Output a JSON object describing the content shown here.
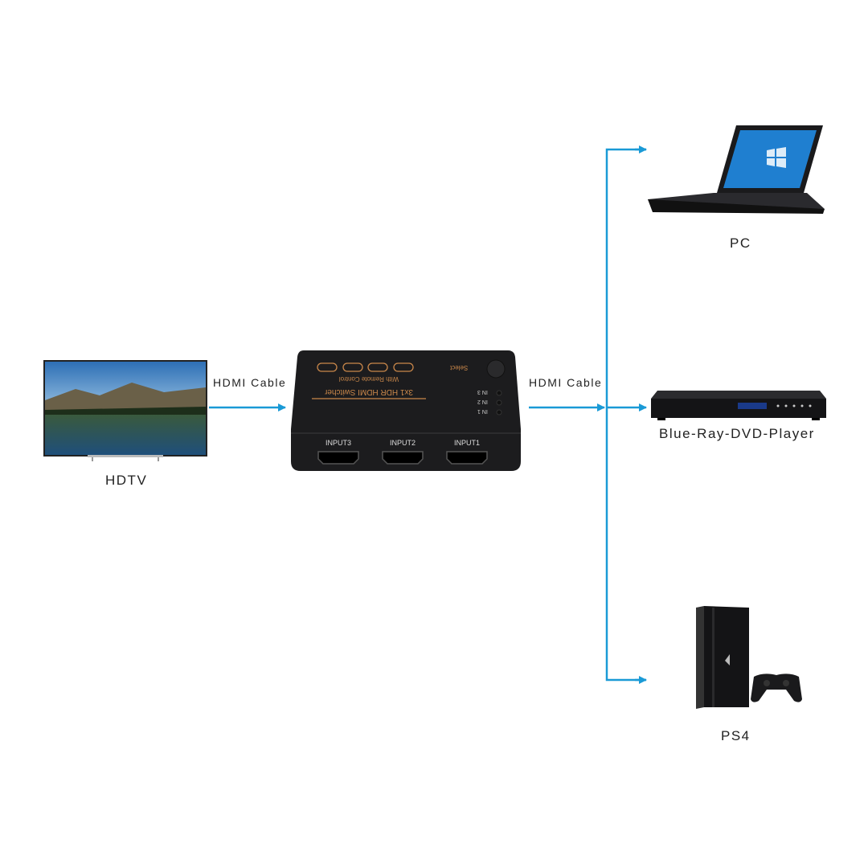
{
  "colors": {
    "arrow": "#1a9ad6",
    "device": "#1a1a1c",
    "switch_text": "#c9874a"
  },
  "labels": {
    "hdtv": "HDTV",
    "cable_in": "HDMI Cable",
    "cable_out": "HDMI Cable",
    "pc": "PC",
    "dvd": "Blue-Ray-DVD-Player",
    "ps4": "PS4"
  },
  "switcher": {
    "title": "3x1 HDR HDMI Switcher",
    "subtitle": "With Remote Control",
    "select": "Select",
    "leds": [
      "IN 3",
      "IN 2",
      "IN 1"
    ],
    "ports": [
      "INPUT3",
      "INPUT2",
      "INPUT1"
    ]
  }
}
